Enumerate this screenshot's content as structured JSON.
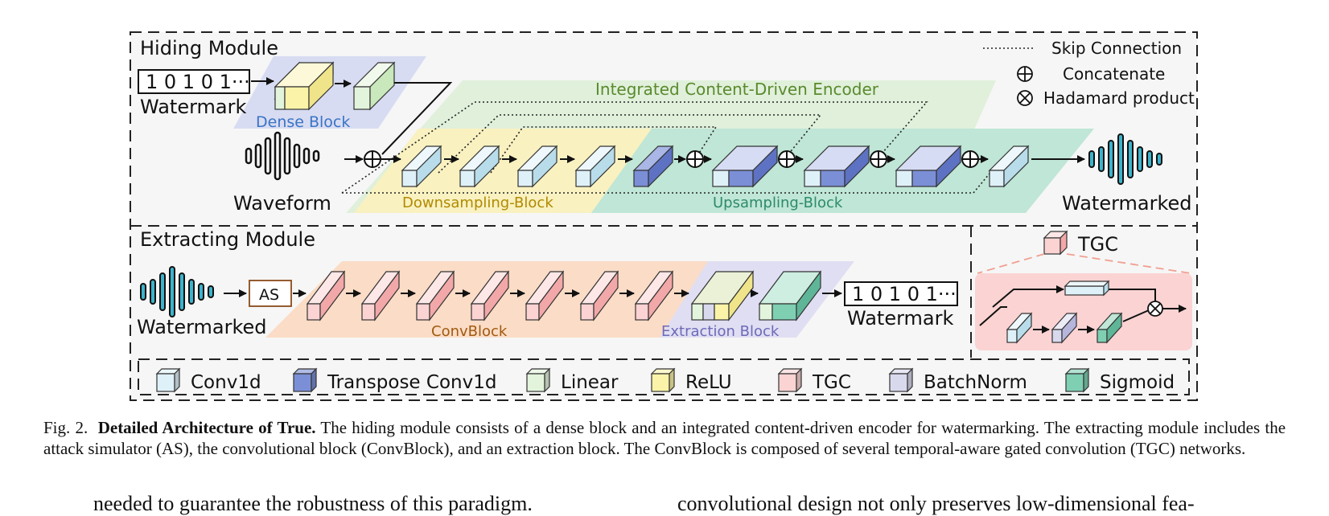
{
  "hiding": {
    "title": "Hiding Module",
    "watermark_bits": "1 0 1 0 1···",
    "watermark_label": "Watermark",
    "waveform_label": "Waveform",
    "watermarked_label": "Watermarked",
    "dense_block": "Dense Block",
    "encoder": "Integrated Content-Driven Encoder",
    "downsampling": "Downsampling-Block",
    "upsampling": "Upsampling-Block"
  },
  "legend_top": {
    "skip": "Skip Connection",
    "concat": "Concatenate",
    "hadamard": "Hadamard product"
  },
  "extracting": {
    "title": "Extracting Module",
    "watermarked_label": "Watermarked",
    "as": "AS",
    "convblock": "ConvBlock",
    "extraction_block": "Extraction Block",
    "watermark_bits": "1 0 1 0 1···",
    "watermark_label": "Watermark"
  },
  "tgc": {
    "title": "TGC"
  },
  "legend_bottom": [
    {
      "label": "Conv1d",
      "color": "#dff1f8"
    },
    {
      "label": "Transpose Conv1d",
      "color": "#7b8fd6"
    },
    {
      "label": "Linear",
      "color": "#e3f4dc"
    },
    {
      "label": "ReLU",
      "color": "#fbf3a8"
    },
    {
      "label": "TGC",
      "color": "#fbd3d3"
    },
    {
      "label": "BatchNorm",
      "color": "#d9d9ee"
    },
    {
      "label": "Sigmoid",
      "color": "#7fcfb3"
    }
  ],
  "caption": {
    "prefix": "Fig. 2.",
    "title": "Detailed Architecture of True.",
    "text": "The hiding module consists of a dense block and an integrated content-driven encoder for watermarking. The extracting module includes the attack simulator (AS), the convolutional block (ConvBlock), and an extraction block. The ConvBlock is composed of several temporal-aware gated convolution (TGC) networks."
  },
  "body": {
    "left": "needed to guarantee the robustness of this paradigm.",
    "right": "convolutional design not only preserves low-dimensional fea-"
  }
}
